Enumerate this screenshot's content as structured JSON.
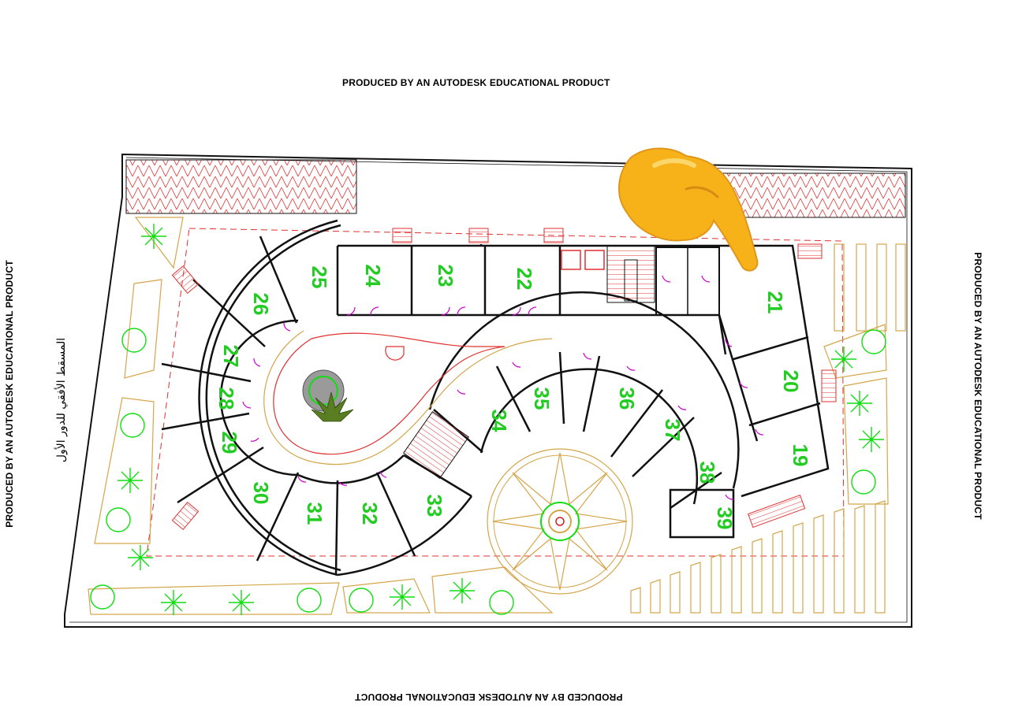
{
  "watermark": "PRODUCED BY AN AUTODESK EDUCATIONAL PRODUCT",
  "plan_title": "المسقط الأفقي للدور الأول",
  "colors": {
    "wall": "#111111",
    "room_number": "#22cc22",
    "door": "#cc00cc",
    "hatch": "#e03030",
    "tree": "#11dd11",
    "landscape": "#d4a64a",
    "boundary_dash": "#e03030"
  },
  "rooms": [
    {
      "label": "19"
    },
    {
      "label": "20"
    },
    {
      "label": "21"
    },
    {
      "label": "22"
    },
    {
      "label": "23"
    },
    {
      "label": "24"
    },
    {
      "label": "25"
    },
    {
      "label": "26"
    },
    {
      "label": "27"
    },
    {
      "label": "28"
    },
    {
      "label": "29"
    },
    {
      "label": "30"
    },
    {
      "label": "31"
    },
    {
      "label": "32"
    },
    {
      "label": "33"
    },
    {
      "label": "34"
    },
    {
      "label": "35"
    },
    {
      "label": "36"
    },
    {
      "label": "37"
    },
    {
      "label": "38"
    },
    {
      "label": "39"
    }
  ],
  "overlay_icon": "pointing-hand-icon"
}
